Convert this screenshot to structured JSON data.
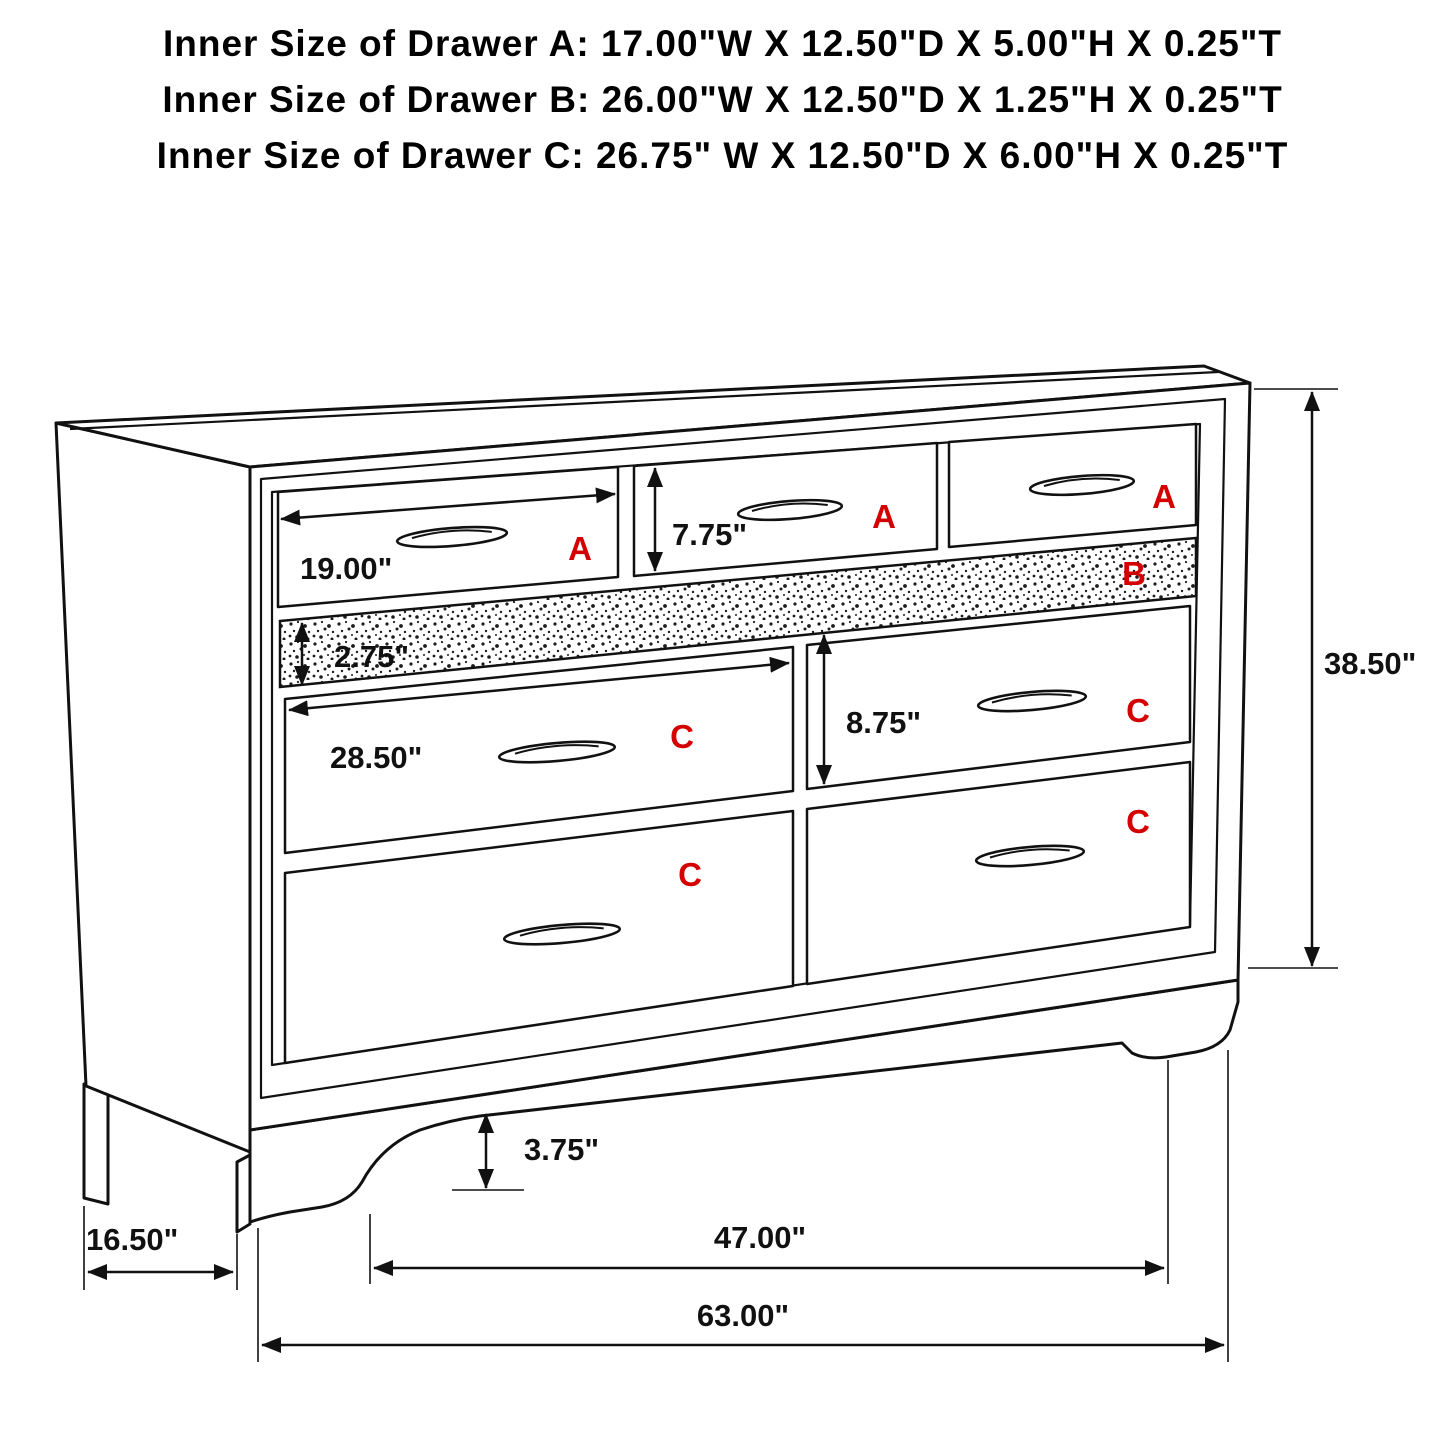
{
  "title_block": {
    "line1": "Inner Size of Drawer A: 17.00\"W X 12.50\"D X 5.00\"H X 0.25\"T",
    "line2": "Inner Size of Drawer B: 26.00\"W X 12.50\"D X 1.25\"H X 0.25\"T",
    "line3": "Inner Size of Drawer C: 26.75\" W X 12.50\"D X 6.00\"H X 0.25\"T"
  },
  "drawer_labels": {
    "a_left": "A",
    "a_middle": "A",
    "a_right": "A",
    "b": "B",
    "c_left_top": "C",
    "c_left_bottom": "C",
    "c_right_top": "C",
    "c_right_bottom": "C"
  },
  "dimensions": {
    "a_drawer_width": "19.00\"",
    "a_drawer_height": "7.75\"",
    "b_band_height": "2.75\"",
    "c_drawer_width": "28.50\"",
    "c_drawer_height": "8.75\"",
    "overall_height": "38.50\"",
    "foot_height": "3.75\"",
    "depth": "16.50\"",
    "foot_span_width": "47.00\"",
    "overall_width": "63.00\""
  },
  "colors": {
    "label_red": "#d40000",
    "line_black": "#111111",
    "background": "#ffffff"
  }
}
